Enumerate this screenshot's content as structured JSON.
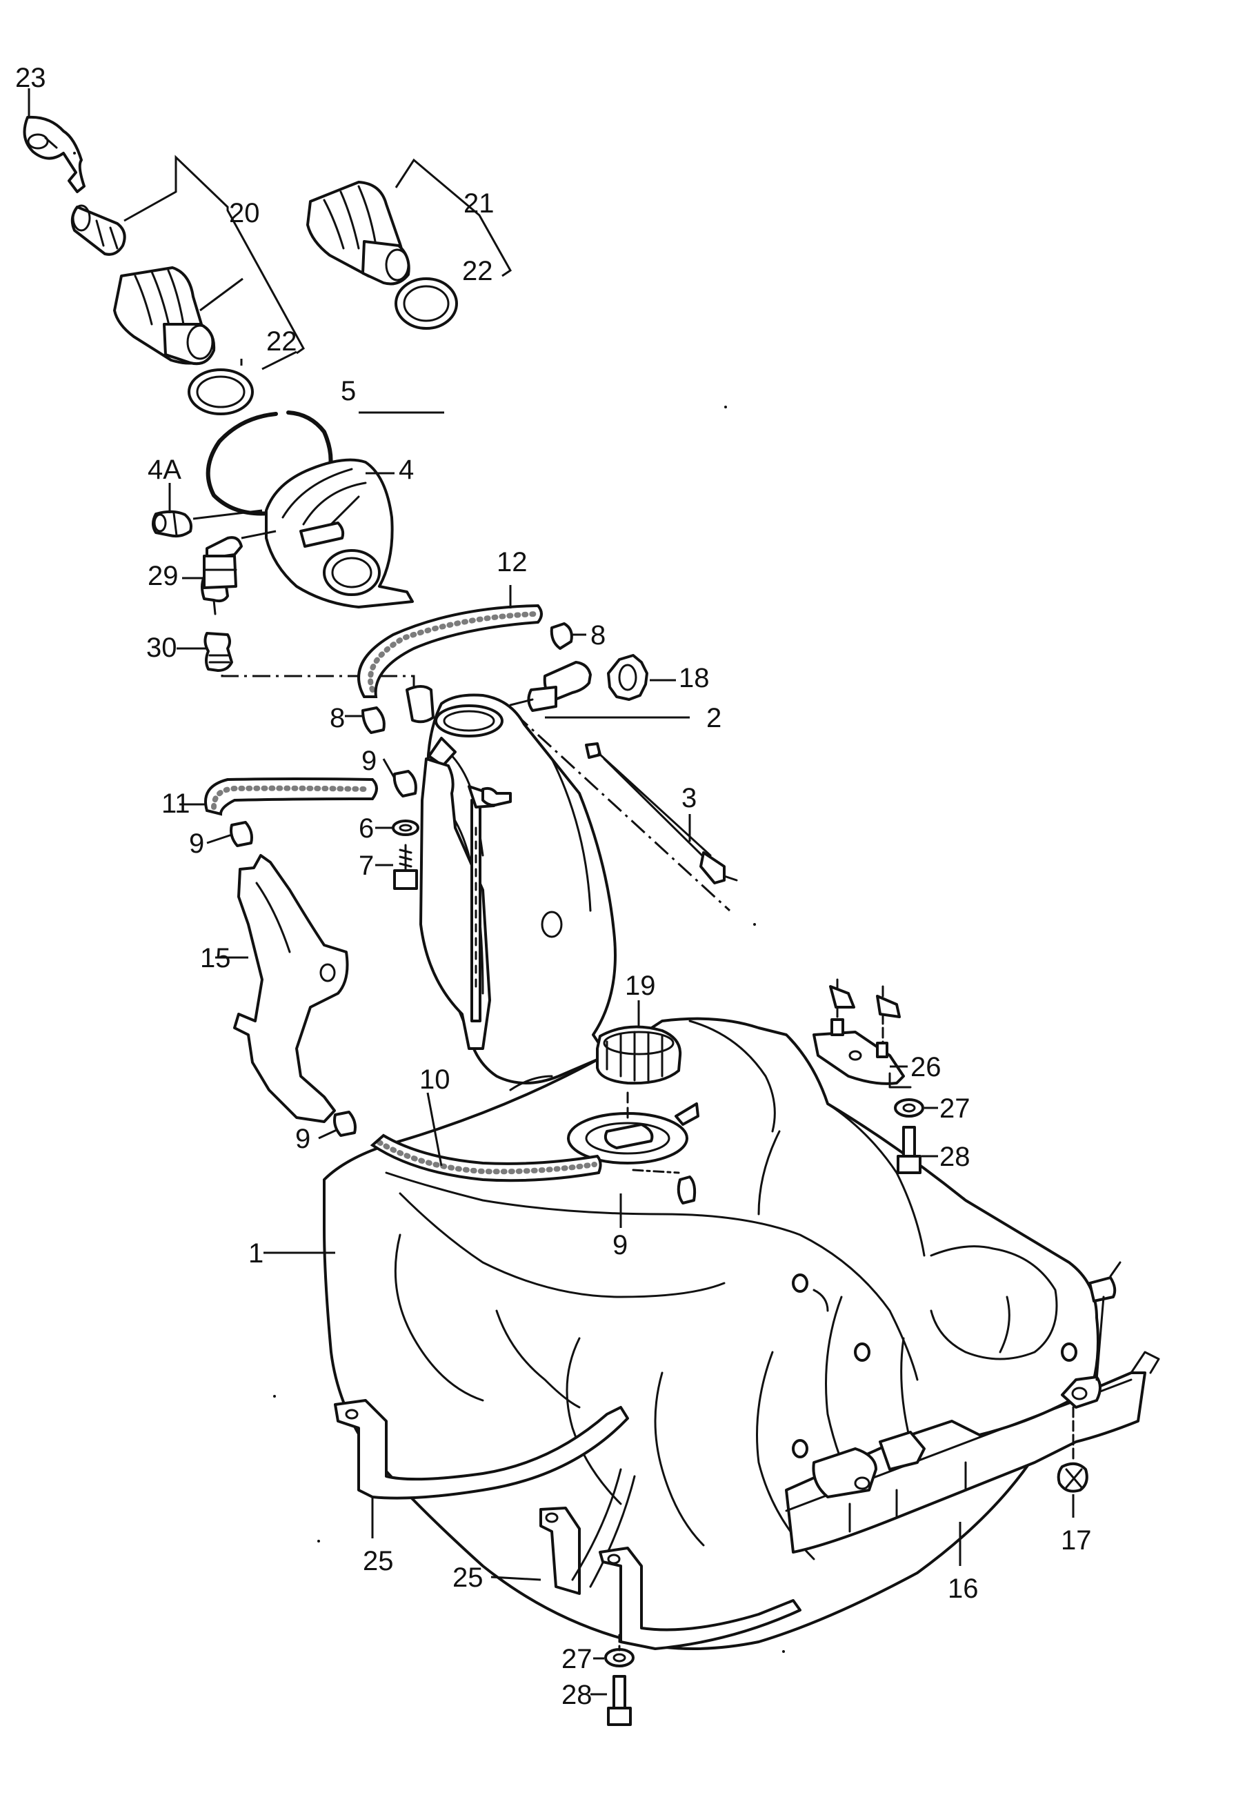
{
  "callouts": [
    {
      "id": "23",
      "text": "23"
    },
    {
      "id": "20",
      "text": "20"
    },
    {
      "id": "21",
      "text": "21"
    },
    {
      "id": "22a",
      "text": "22"
    },
    {
      "id": "22b",
      "text": "22"
    },
    {
      "id": "5",
      "text": "5"
    },
    {
      "id": "4A",
      "text": "4A"
    },
    {
      "id": "4",
      "text": "4"
    },
    {
      "id": "29",
      "text": "29"
    },
    {
      "id": "30",
      "text": "30"
    },
    {
      "id": "12",
      "text": "12"
    },
    {
      "id": "8a",
      "text": "8"
    },
    {
      "id": "18",
      "text": "18"
    },
    {
      "id": "8b",
      "text": "8"
    },
    {
      "id": "2",
      "text": "2"
    },
    {
      "id": "3",
      "text": "3"
    },
    {
      "id": "9a",
      "text": "9"
    },
    {
      "id": "11",
      "text": "11"
    },
    {
      "id": "6",
      "text": "6"
    },
    {
      "id": "9b",
      "text": "9"
    },
    {
      "id": "7",
      "text": "7"
    },
    {
      "id": "15",
      "text": "15"
    },
    {
      "id": "19",
      "text": "19"
    },
    {
      "id": "26",
      "text": "26"
    },
    {
      "id": "10",
      "text": "10"
    },
    {
      "id": "27a",
      "text": "27"
    },
    {
      "id": "28a",
      "text": "28"
    },
    {
      "id": "9c",
      "text": "9"
    },
    {
      "id": "9d",
      "text": "9"
    },
    {
      "id": "1",
      "text": "1"
    },
    {
      "id": "25a",
      "text": "25"
    },
    {
      "id": "25b",
      "text": "25"
    },
    {
      "id": "16",
      "text": "16"
    },
    {
      "id": "17",
      "text": "17"
    },
    {
      "id": "27b",
      "text": "27"
    },
    {
      "id": "28b",
      "text": "28"
    }
  ]
}
